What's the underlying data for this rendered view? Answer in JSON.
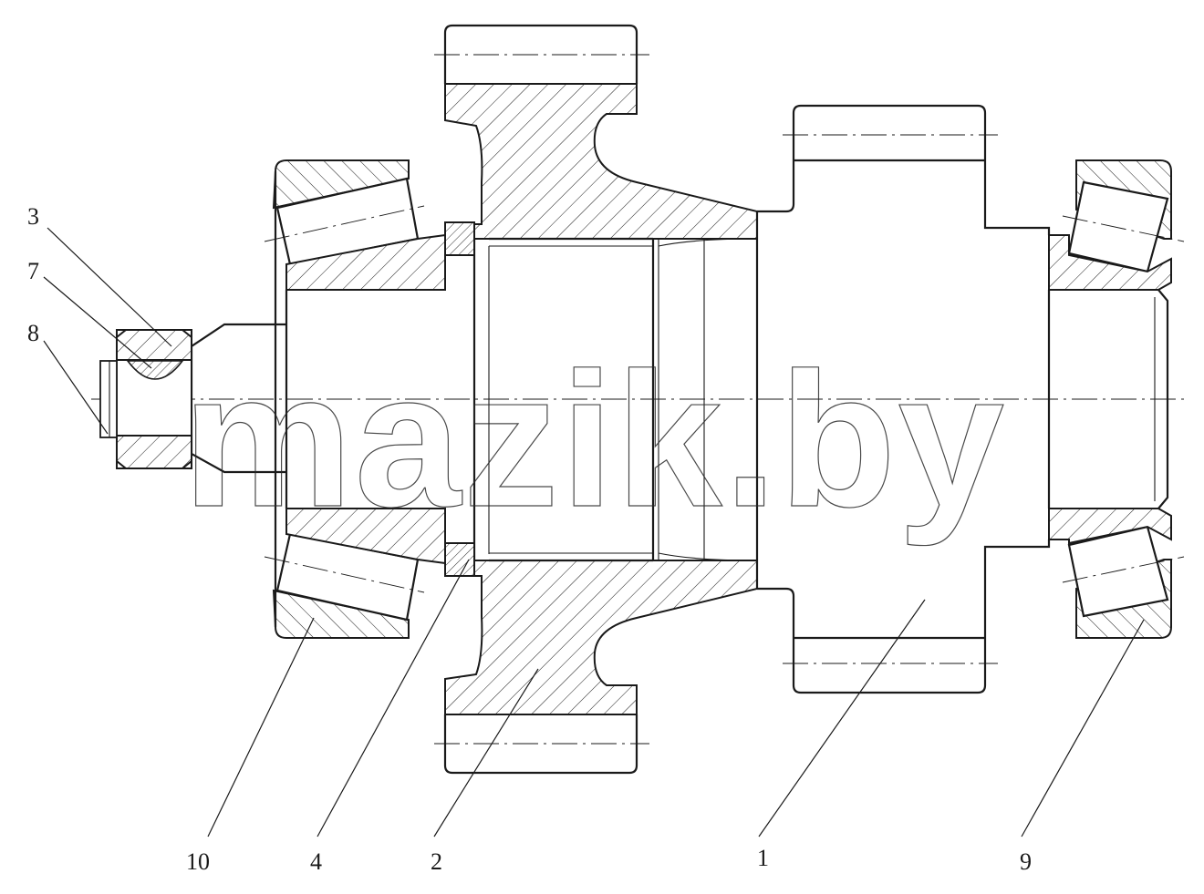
{
  "watermark": "mazik.by",
  "callouts": [
    {
      "id": "3",
      "label": "3"
    },
    {
      "id": "7",
      "label": "7"
    },
    {
      "id": "8",
      "label": "8"
    },
    {
      "id": "10",
      "label": "10"
    },
    {
      "id": "4",
      "label": "4"
    },
    {
      "id": "2",
      "label": "2"
    },
    {
      "id": "1",
      "label": "1"
    },
    {
      "id": "9",
      "label": "9"
    }
  ]
}
